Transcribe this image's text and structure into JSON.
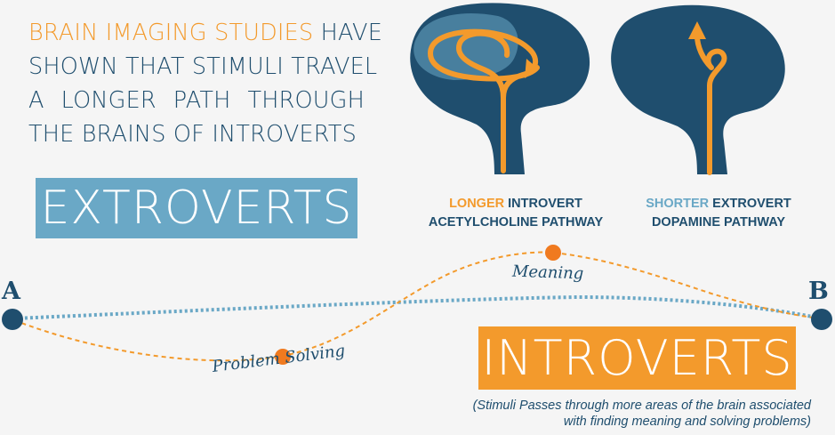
{
  "headline": {
    "highlight": "Brain Imaging Studies",
    "line1_rest": "have",
    "line2": "shown that stimuli travel",
    "line3": "a longer path through",
    "line4": "the brains of introverts"
  },
  "extroverts_label": "EXTROVERTS",
  "introverts_label": "INTROVERTS",
  "introverts_note_line1": "(Stimuli Passes through more areas of the brain associated",
  "introverts_note_line2": "with finding meaning and solving problems)",
  "introvert_pathway": {
    "highlight": "LONGER",
    "line1_rest": "INTROVERT",
    "line2": "ACETYLCHOLINE PATHWAY"
  },
  "extrovert_pathway": {
    "highlight": "SHORTER",
    "line1_rest": "EXTROVERT",
    "line2": "DOPAMINE PATHWAY"
  },
  "endpoints": {
    "start": "A",
    "end": "B"
  },
  "path_labels": {
    "meaning": "Meaning",
    "problem_solving": "Problem Solving"
  },
  "colors": {
    "orange": "#f39a2c",
    "light_blue": "#6aa8c6",
    "navy": "#1f4e6e",
    "background": "#f5f5f5"
  }
}
